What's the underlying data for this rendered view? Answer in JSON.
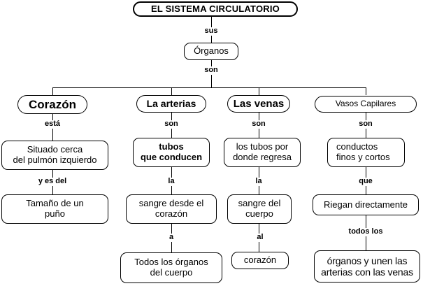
{
  "diagram": {
    "title": "EL SISTEMA CIRCULATORIO",
    "root": {
      "label": "EL SISTEMA CIRCULATORIO"
    },
    "organs": {
      "label": "Órganos"
    },
    "connectors": {
      "root_to_organs": "sus",
      "organs_to_branches": "son"
    },
    "branches": [
      {
        "id": "corazon",
        "label": "Corazón",
        "link1": "está",
        "node1": "Situado cerca\ndel pulmón izquierdo",
        "link2": "y es del",
        "node2": "Tamaño de un\npuño"
      },
      {
        "id": "arterias",
        "label": "La arterias",
        "link1": "son",
        "node1": "tubos\nque conducen",
        "link2": "la",
        "node2": "sangre desde el\ncorazón",
        "link3": "a",
        "node3": "Todos los órganos\ndel cuerpo"
      },
      {
        "id": "venas",
        "label": "Las venas",
        "link1": "son",
        "node1": "los tubos por\ndonde regresa",
        "link2": "la",
        "node2": "sangre del\ncuerpo",
        "link3": "al",
        "node3": "corazón"
      },
      {
        "id": "capilares",
        "label": "Vasos Capilares",
        "link1": "son",
        "node1": "conductos\nfinos y cortos",
        "link2": "que",
        "node2": "Riegan directamente",
        "link3": "todos los",
        "node3": "órganos y unen las\narterias con las venas"
      }
    ],
    "colors": {
      "stroke": "#000000",
      "background": "#ffffff",
      "text": "#000000"
    }
  }
}
